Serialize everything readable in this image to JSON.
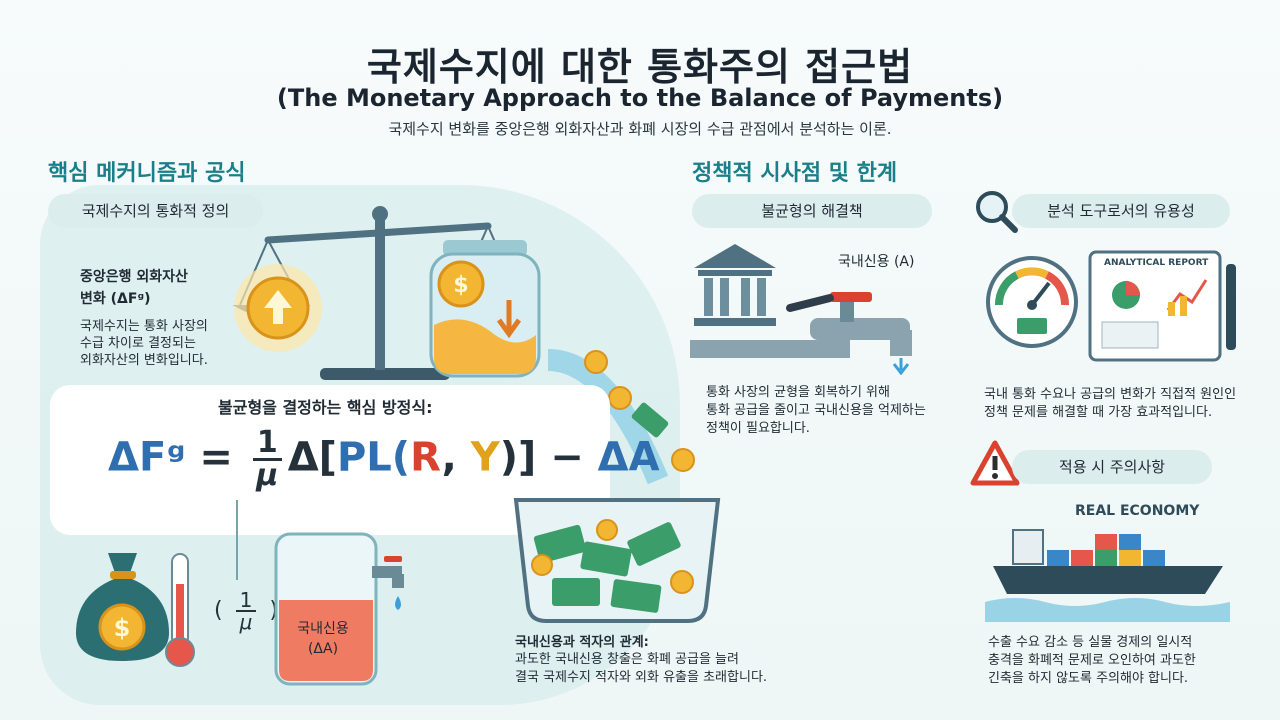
{
  "title": "국제수지에 대한 통화주의 접근법",
  "subtitle_en": "(The Monetary Approach to the Balance of Payments)",
  "subtitle_desc": "국제수지 변화를 중앙은행 외화자산과 화폐 시장의 수급 관점에서 분석하는 이론.",
  "left": {
    "heading": "핵심 메커니즘과 공식",
    "pill": "국제수지의 통화적 정의",
    "reserve_title_line1": "중앙은행 외화자산",
    "reserve_title_line2": "변화 (ΔFᵍ)",
    "reserve_desc_line1": "국제수지는 통화 사장의",
    "reserve_desc_line2": "수급 차이로 결정되는",
    "reserve_desc_line3": "외화자산의 변화입니다.",
    "equation_label": "불균형을 결정하는 핵심 방정식:",
    "eq_lhs": "ΔFᵍ",
    "eq_eq": "=",
    "eq_num": "1",
    "eq_den": "μ",
    "eq_delta": "Δ[",
    "eq_PL": "PL(",
    "eq_R": "R",
    "eq_comma": ",",
    "eq_Y": "Y",
    "eq_close": ")]",
    "eq_minus": "−",
    "eq_dA": "ΔA",
    "frac_label_num": "1",
    "frac_label_den": "μ",
    "tank_label_line1": "국내신용",
    "tank_label_line2": "(ΔA)",
    "relation_title": "국내신용과 적자의 관계:",
    "relation_line1": "과도한 국내신용 창출은 화폐 공급을 늘려",
    "relation_line2": "결국 국제수지 적자와 외화 유출을 초래합니다."
  },
  "middle": {
    "heading": "정책적 시사점 및 한계",
    "pill": "불균형의 해결책",
    "tap_label": "국내신용 (A)",
    "desc_line1": "통화 사장의 균형을 회복하기 위해",
    "desc_line2": "통화 공급을 줄이고 국내신용을 억제하는",
    "desc_line3": "정책이 필요합니다."
  },
  "right": {
    "pill_tool": "분석 도구로서의 유용성",
    "report_label": "ANALYTICAL REPORT",
    "tool_desc_line1": "국내 통화 수요나 공급의 변화가 직접적 원인인",
    "tool_desc_line2": "정책 문제를 해결할 때 가장 효과적입니다.",
    "pill_caution": "적용 시 주의사항",
    "economy_label": "REAL ECONOMY",
    "caution_line1": "수출 수요 감소 등 실물 경제의 일시적",
    "caution_line2": "충격을 화폐적 문제로 오인하여 과도한",
    "caution_line3": "긴축을 하지 않도록 주의해야 합니다."
  },
  "icons": [
    "balance-scale-icon",
    "gold-coin-up-icon",
    "coin-jar-icon",
    "money-bag-icon",
    "thermometer-icon",
    "water-tank-icon",
    "bank-building-icon",
    "faucet-icon",
    "magnifier-icon",
    "gauge-icon",
    "report-icon",
    "warning-icon",
    "cargo-ship-icon",
    "money-basin-icon"
  ],
  "colors": {
    "accent": "#1b7f8a",
    "equation_blue": "#2f6fb0",
    "equation_red": "#d9422f",
    "equation_gold": "#e0a21b",
    "pill": "#dcedee",
    "money": "#3a9d6a",
    "coin": "#f2b632"
  }
}
